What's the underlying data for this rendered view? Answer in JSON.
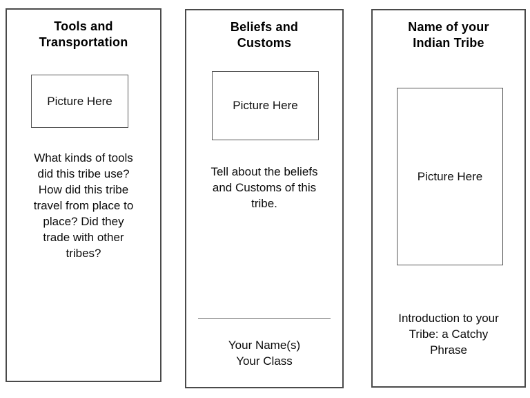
{
  "page": {
    "background": "#ffffff",
    "panel_border_color": "#4a4a4a"
  },
  "panels": {
    "tools": {
      "title_lines": [
        "Tools and",
        "Transportation"
      ],
      "picture_placeholder": "Picture Here",
      "body_lines": [
        "What kinds of tools",
        "did this tribe use?",
        "How did this tribe",
        "travel from place to",
        "place? Did they",
        "trade with other",
        "tribes?"
      ]
    },
    "beliefs": {
      "title_lines": [
        "Beliefs and",
        "Customs"
      ],
      "picture_placeholder": "Picture Here",
      "body_lines": [
        "Tell about the beliefs",
        "and Customs of this",
        "tribe."
      ],
      "name_lines": [
        "Your Name(s)",
        "Your Class"
      ]
    },
    "tribe": {
      "title_lines": [
        "Name of your",
        "Indian Tribe"
      ],
      "picture_placeholder": "Picture Here",
      "body_lines": [
        "Introduction to your",
        "Tribe: a Catchy",
        "Phrase"
      ]
    }
  }
}
